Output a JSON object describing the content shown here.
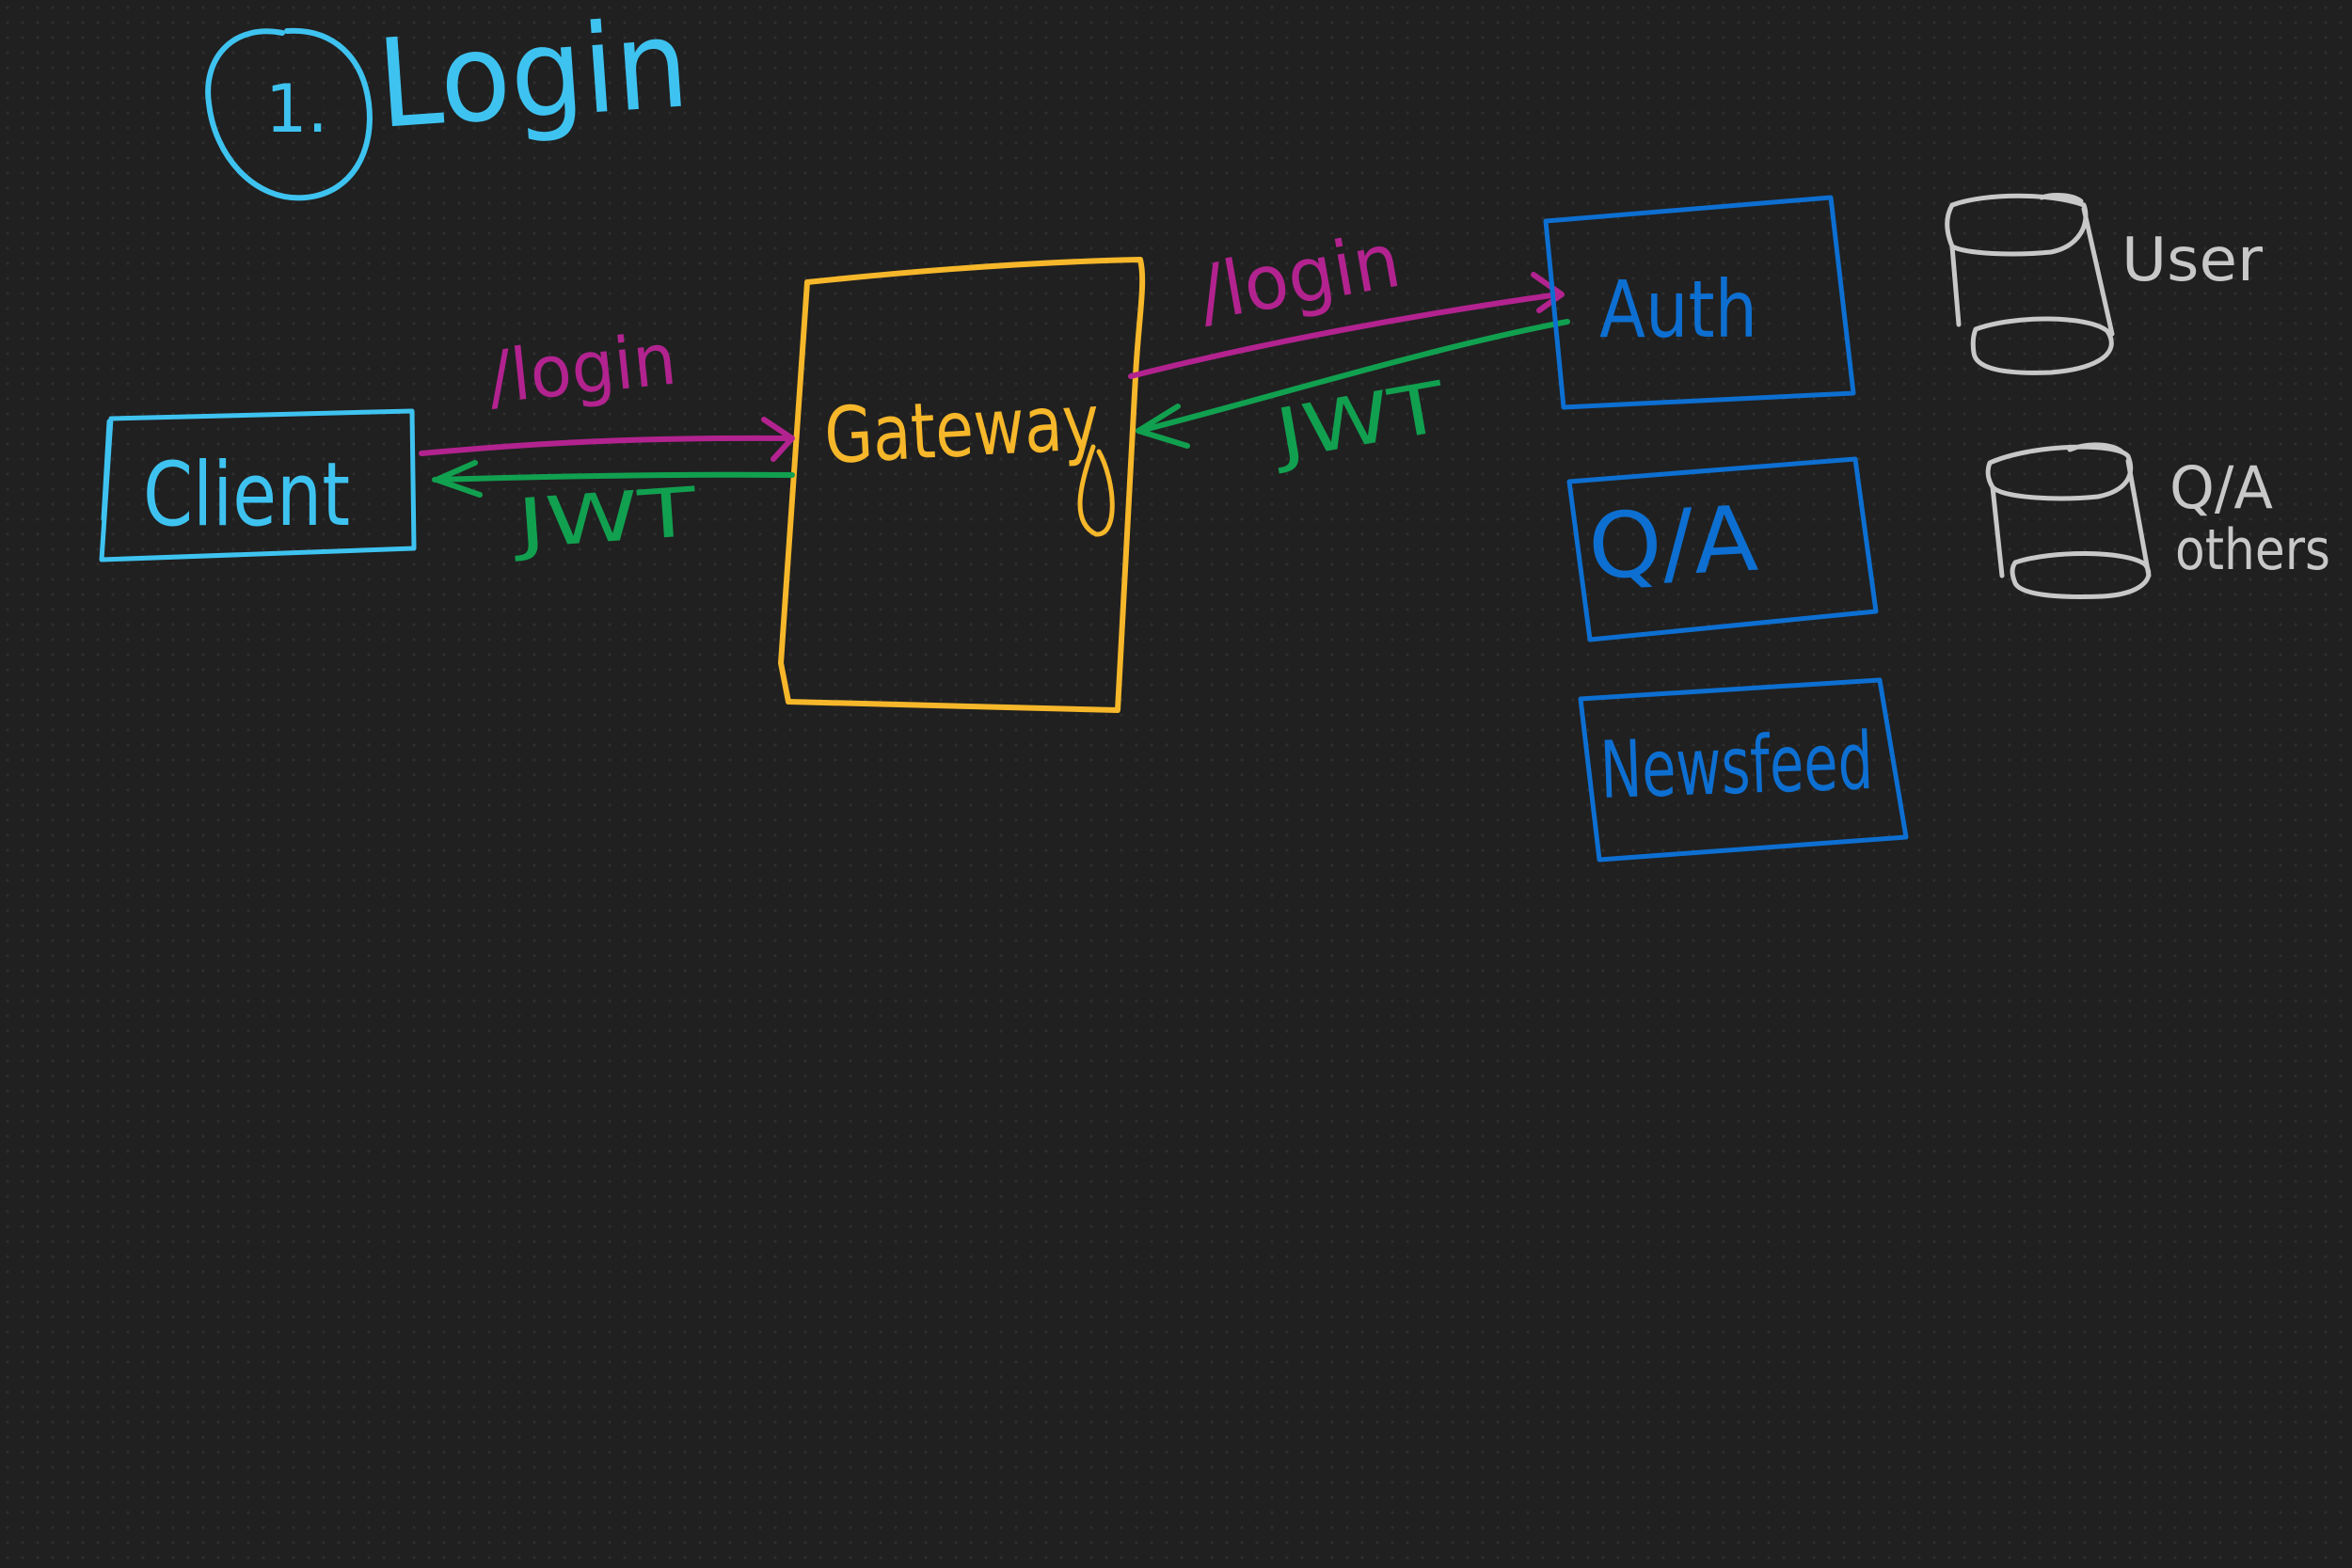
{
  "title": {
    "step_number": "1.",
    "label": "Login"
  },
  "nodes": {
    "client": "Client",
    "gateway": "Gateway",
    "auth": "Auth",
    "qa": "Q/A",
    "newsfeed": "Newsfeed"
  },
  "edges": {
    "client_to_gateway": "/login",
    "gateway_to_client": "JWT",
    "gateway_to_auth": "/login",
    "auth_to_gateway": "JWT"
  },
  "databases": {
    "user_db": "User",
    "qa_db_line1": "Q/A",
    "qa_db_line2": "others"
  },
  "colors": {
    "background": "#202020",
    "title": "#3ec3f0",
    "client": "#3ec3f0",
    "gateway": "#f6b72a",
    "services": "#0d6fd1",
    "request": "#b2238f",
    "response": "#11a04f",
    "database": "#c8c8c8"
  }
}
